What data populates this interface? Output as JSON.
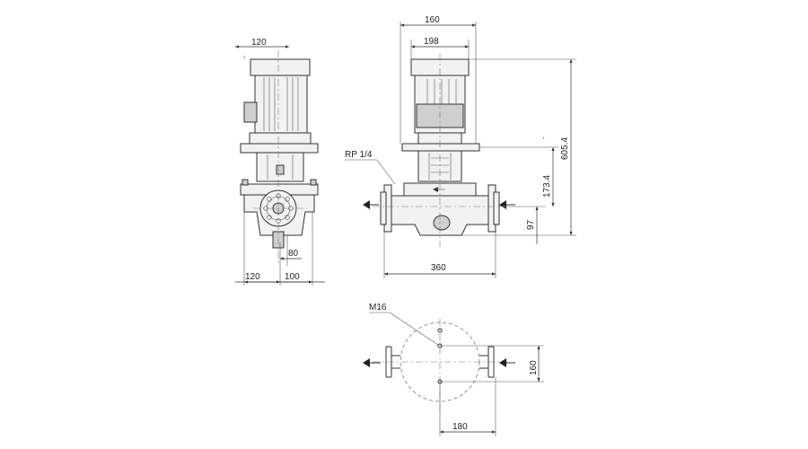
{
  "dimensions": {
    "side_top_width": "120",
    "side_bottom_left": "120",
    "side_bottom_right": "100",
    "side_small": "80",
    "front_top_outer": "160",
    "front_top_inner": "198",
    "front_width": "360",
    "height_total": "605.4",
    "height_mid": "173.4",
    "height_low": "97",
    "plan_width": "180",
    "plan_height": "160"
  },
  "labels": {
    "rp": "RP 1/4",
    "m16": "M16",
    "dot": "."
  }
}
